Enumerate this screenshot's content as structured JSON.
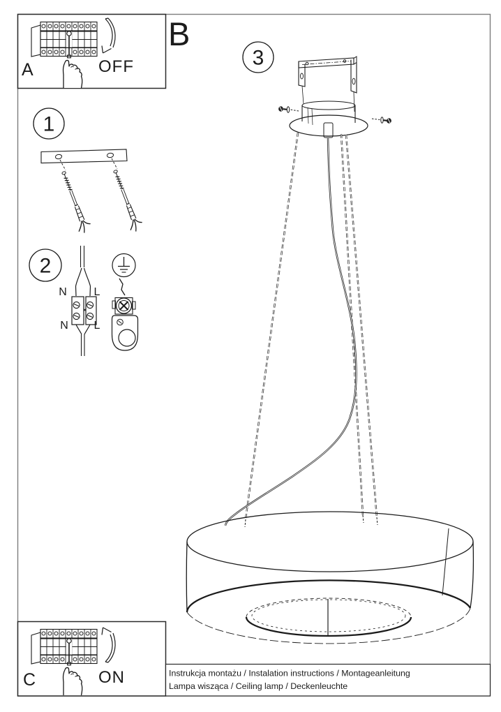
{
  "document": {
    "type": "installation-instruction-sheet",
    "caption": {
      "line1": "Instrukcja montażu / Instalation instructions / Montageanleitung",
      "line2": "Lampa wisząca / Ceiling lamp / Deckenleuchte"
    }
  },
  "sections": {
    "a": {
      "label": "A",
      "state": "OFF"
    },
    "b": {
      "label": "B"
    },
    "c": {
      "label": "C",
      "state": "ON"
    }
  },
  "steps": {
    "step1": {
      "number": "1"
    },
    "step2": {
      "number": "2"
    },
    "step3": {
      "number": "3"
    }
  },
  "wiring_labels": {
    "n_top": "N",
    "l_top": "L",
    "n_bottom": "N",
    "l_bottom": "L"
  },
  "icons": [
    "breaker-panel-icon",
    "pointing-hand-icon",
    "curved-arrow-down-icon",
    "curved-arrow-up-icon",
    "wall-plug-screw-icon",
    "terminal-block-icon",
    "ground-symbol-icon",
    "ground-terminal-icon",
    "ceiling-bracket-icon",
    "canopy-icon",
    "suspension-wire-icon",
    "power-cord-icon",
    "lamp-shade-icon"
  ],
  "colors": {
    "line": "#1b1b1b",
    "frame": "#7d7d7d",
    "background": "#ffffff"
  }
}
